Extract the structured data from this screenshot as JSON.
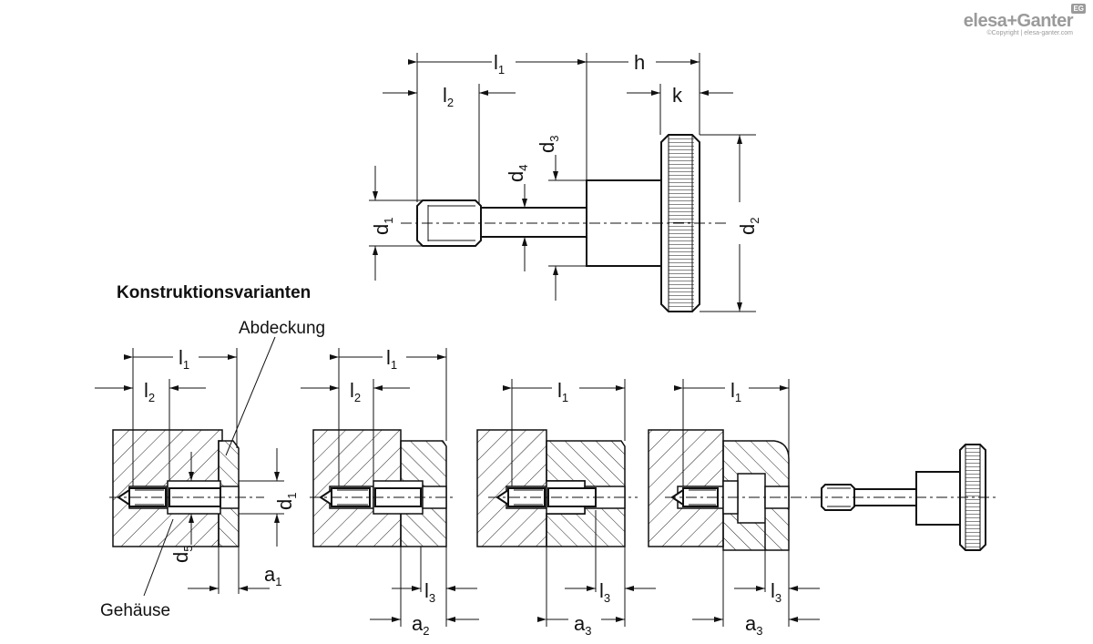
{
  "brand": {
    "name": "elesa+Ganter",
    "badge": "EG",
    "copyright": "©Copyright | elesa-ganter.com"
  },
  "heading": "Konstruktionsvarianten",
  "callouts": {
    "cover": "Abdeckung",
    "housing": "Gehäuse"
  },
  "dims": {
    "l1": "l",
    "l1_sub": "1",
    "l2": "l",
    "l2_sub": "2",
    "l3": "l",
    "l3_sub": "3",
    "h": "h",
    "k": "k",
    "d1": "d",
    "d1_sub": "1",
    "d2": "d",
    "d2_sub": "2",
    "d3": "d",
    "d3_sub": "3",
    "d4": "d",
    "d4_sub": "4",
    "d5": "d",
    "d5_sub": "5",
    "a1": "a",
    "a1_sub": "1",
    "a2": "a",
    "a2_sub": "2",
    "a3": "a",
    "a3_sub": "3"
  }
}
